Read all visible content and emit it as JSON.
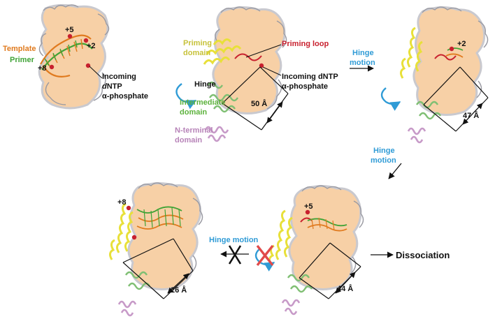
{
  "panel1": {
    "template": "Template",
    "primer": "Primer",
    "pos_plus5": "+5",
    "pos_plus2": "+2",
    "pos_plus8": "+8",
    "incoming_line1": "Incoming",
    "incoming_line2_italic": "d",
    "incoming_line2_rest": "NTP",
    "incoming_line3": "α-phosphate"
  },
  "panel2": {
    "priming_domain_line1": "Priming",
    "priming_domain_line2": "domain",
    "priming_loop": "Priming loop",
    "incoming_line1": "Incoming dNTP",
    "incoming_line2": "α-phosphate",
    "hinge": "Hinge",
    "intermediate_line1": "Intermediate",
    "intermediate_line2": "domain",
    "distance": "50 Å",
    "nterminal_line1": "N-terminal",
    "nterminal_line2": "domain"
  },
  "arrow1": {
    "line1": "Hinge",
    "line2": "motion"
  },
  "panel3": {
    "pos": "+2",
    "distance": "47 Å"
  },
  "arrow2": {
    "line1": "Hinge",
    "line2": "motion"
  },
  "panel4": {
    "pos": "+5",
    "distance": "44 Å",
    "dissociation": "Dissociation"
  },
  "arrow3": {
    "label": "Hinge motion"
  },
  "panel5": {
    "pos": "+8",
    "distance": "26 Å"
  },
  "colors": {
    "blob": "#f7d0a6",
    "template": "#e07a1e",
    "primer": "#3fa336",
    "priming_domain": "#e8e03a",
    "priming_loop": "#c8202e",
    "hinge": "#2f9bd6",
    "intermediate_domain": "#7fbf73",
    "nterminal_domain": "#c79ac8",
    "protein_gray": "#c9c9cf"
  }
}
